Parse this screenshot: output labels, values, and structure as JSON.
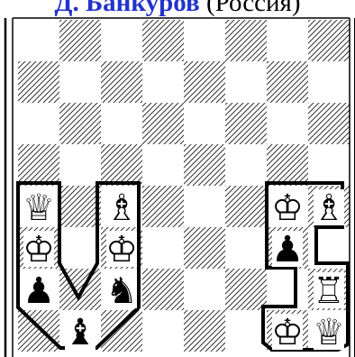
{
  "title": {
    "author": "Д. Банкуров",
    "country": "(Россия)"
  },
  "colors": {
    "title": "#2233cc",
    "frame": "#000000",
    "hatch": "#333333"
  },
  "pieces": [
    {
      "name": "white-queen-piece",
      "type": "queen",
      "color": "white",
      "square": "a4"
    },
    {
      "name": "white-king-piece-left",
      "type": "king",
      "color": "white",
      "square": "a3"
    },
    {
      "name": "black-pawn-piece-left",
      "type": "pawn",
      "color": "black",
      "square": "a2"
    },
    {
      "name": "black-bishop-piece",
      "type": "bishop",
      "color": "black",
      "square": "b1"
    },
    {
      "name": "white-bishop-piece-left",
      "type": "bishop",
      "color": "white",
      "square": "c4"
    },
    {
      "name": "white-king-piece-middle",
      "type": "king",
      "color": "white",
      "square": "c3"
    },
    {
      "name": "black-knight-piece",
      "type": "knight",
      "color": "black",
      "square": "c2"
    },
    {
      "name": "white-king-piece-right",
      "type": "king",
      "color": "white",
      "square": "g4"
    },
    {
      "name": "white-bishop-piece-right",
      "type": "bishop",
      "color": "white",
      "square": "h4"
    },
    {
      "name": "black-pawn-piece-right",
      "type": "pawn",
      "color": "black",
      "square": "g3"
    },
    {
      "name": "white-rook-piece",
      "type": "rook",
      "color": "white",
      "square": "h2"
    },
    {
      "name": "white-king-piece-bottom",
      "type": "king",
      "color": "white",
      "square": "g1"
    },
    {
      "name": "white-queen-piece-bottom",
      "type": "queen",
      "color": "white",
      "square": "h1"
    }
  ]
}
